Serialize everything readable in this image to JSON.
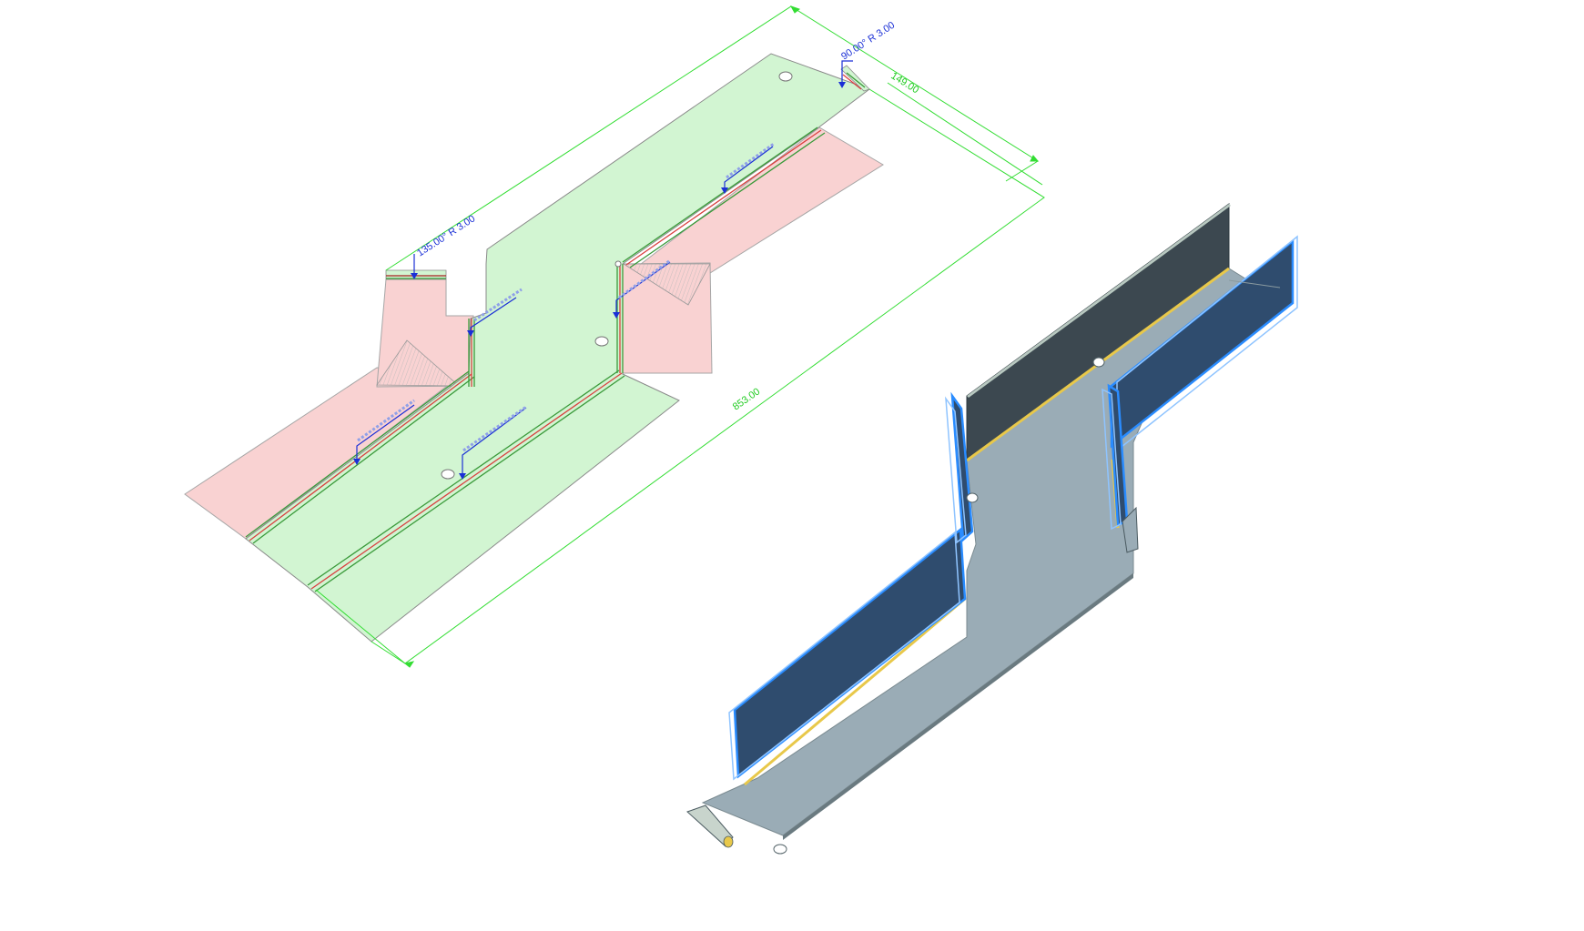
{
  "viewport": {
    "background": "#ffffff"
  },
  "flat_pattern": {
    "dimensions": {
      "overall_length": "853.00",
      "overall_width": "149.00"
    },
    "bend_notes": {
      "top_left": "135.00° R 3.00",
      "top_right": "90.00° R 3.00"
    },
    "colors": {
      "base_face": "#d2f5d2",
      "bend_face": "#f9d2d2",
      "dimension_line": "#33dd33",
      "bend_leader": "#1a2fd6",
      "bend_line_red": "#d94040",
      "bend_line_green": "#3a9a3a"
    }
  },
  "formed_part": {
    "colors": {
      "face": "#9aacb6",
      "wall_dark": "#3c4850",
      "wall_selected": "#2f4c6e",
      "selection_edge": "#2a8cff",
      "bend_highlight": "#e8c84a"
    }
  }
}
